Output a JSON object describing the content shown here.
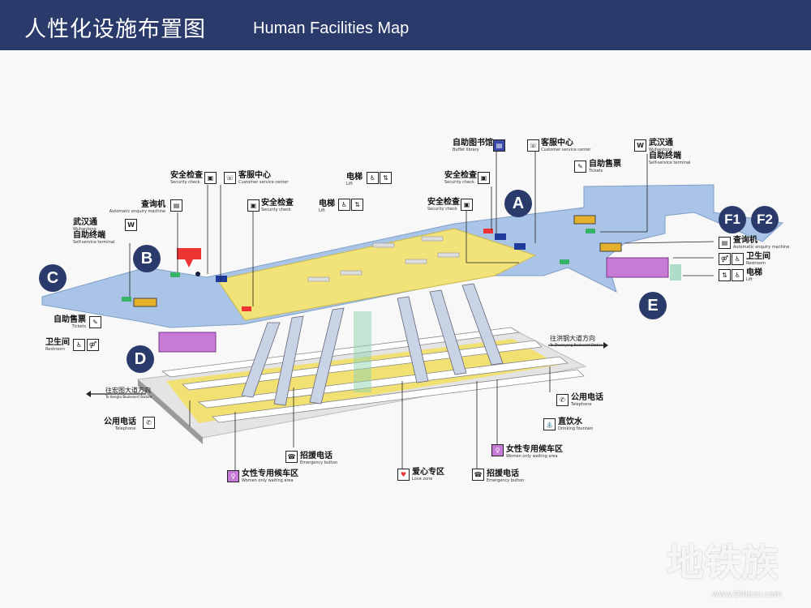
{
  "title": {
    "cn": "人性化设施布置图",
    "en": "Human Facilities Map"
  },
  "entrances": [
    "A",
    "B",
    "C",
    "D",
    "E",
    "F1",
    "F2"
  ],
  "labels": {
    "security_check_1": {
      "cn": "安全检查",
      "en": "Security check"
    },
    "customer_service_1": {
      "cn": "客服中心",
      "en": "Customer service center"
    },
    "security_check_2": {
      "cn": "安全检查",
      "en": "Security check"
    },
    "lift_1": {
      "cn": "电梯",
      "en": "Lift"
    },
    "lift_2": {
      "cn": "电梯",
      "en": "Lift"
    },
    "security_check_3": {
      "cn": "安全检查",
      "en": "Security check"
    },
    "security_check_4": {
      "cn": "安全检查",
      "en": "Security check"
    },
    "buffet_library": {
      "cn": "自助图书馆",
      "en": "Buffet library"
    },
    "customer_service_2": {
      "cn": "客服中心",
      "en": "Customer service center"
    },
    "tickets_top": {
      "cn": "自助售票",
      "en": "Tickets"
    },
    "wuhantong_top": {
      "cn": "武汉通",
      "cn2": "自助终端",
      "en": "Wuhantong",
      "en2": "Self-service terminal"
    },
    "enquiry_left": {
      "cn": "查询机",
      "en": "Automatic enquiry machine"
    },
    "wuhantong_left": {
      "cn": "武汉通",
      "cn2": "自助终端",
      "en": "Wuhantong",
      "en2": "Self-service terminal"
    },
    "tickets_left": {
      "cn": "自助售票",
      "en": "Tickets"
    },
    "restroom_left": {
      "cn": "卫生间",
      "en": "Restroom"
    },
    "enquiry_right": {
      "cn": "查询机",
      "en": "Automatic enquiry machine"
    },
    "restroom_right": {
      "cn": "卫生间",
      "en": "Restroom"
    },
    "lift_right": {
      "cn": "电梯",
      "en": "Lift"
    },
    "telephone_left": {
      "cn": "公用电话",
      "en": "Telephone"
    },
    "telephone_right": {
      "cn": "公用电话",
      "en": "Telephone"
    },
    "drinking_fountain": {
      "cn": "直饮水",
      "en": "Drinking fountain"
    },
    "women_waiting_left": {
      "cn": "女性专用候车区",
      "en": "Women only waiting area"
    },
    "women_waiting_right": {
      "cn": "女性专用候车区",
      "en": "Women only waiting area"
    },
    "emergency_left": {
      "cn": "招援电话",
      "en": "Emergency button"
    },
    "emergency_right": {
      "cn": "招援电话",
      "en": "Emergency button"
    },
    "love_zone": {
      "cn": "爱心专区",
      "en": "Love zone"
    }
  },
  "directions": {
    "right": {
      "cn": "往洪钢大道方向",
      "en": "To Zhuanyang Boulevard Station"
    },
    "left": {
      "cn": "往宏图大道方向",
      "en": "To Hongtu Boulevard Station"
    }
  },
  "watermark": {
    "text": "地铁族",
    "url": "www.Ditiezu.com"
  },
  "colors": {
    "header": "#2a3a6a",
    "concourse": "#a9c4e6",
    "paid_area": "#f2e27a",
    "platform": "#f3df5e",
    "restroom_block": "#c77ad6"
  }
}
